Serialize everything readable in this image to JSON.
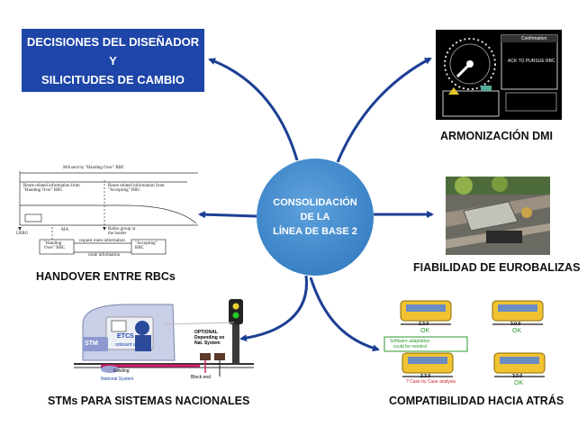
{
  "center": {
    "label": "CONSOLIDACIÓN\nDE LA\nLÍNEA DE BASE 2"
  },
  "nodes": {
    "designer_decisions": "DECISIONES DEL DISEÑADOR\nY\nSILICITUDES DE CAMBIO",
    "dmi": "ARMONIZACIÓN DMI",
    "eurobalise": "FIABILIDAD DE EUROBALIZAS",
    "handover": "HANDOVER ENTRE RBCs",
    "stm": "STMs PARA SISTEMAS NACIONALES",
    "backward": "COMPATIBILIDAD HACIA ATRÁS"
  },
  "handover_diagram": {
    "ma_text": "MA sent by \"Handing Over\" RBC",
    "route_info_handing": "Route related information from\n\"Handing Over\" RBC",
    "route_info_accepting": "Route related information from\n\"Accepting\" RBC",
    "lrbg": "LRBG",
    "ma": "MA",
    "balise_group": "Balise group at\nthe border",
    "handing_box": "\"Handing\nOver\" RBC",
    "accepting_box": "\"Accepting\"\nRBC",
    "request_text": "request route information",
    "route_info_text": "route information"
  },
  "dmi_screen": {
    "title": "Confirmation",
    "body": "ACK TO PURSUE RBC"
  },
  "stm_diagram": {
    "etcs": "ETCS",
    "etcs_sub": "onboard unit",
    "stm": "STM",
    "existing": "Existing",
    "national_system": "National System",
    "block_end": "Block end",
    "optional": "OPTIONAL\nDepending on\nNat. System"
  },
  "compat_diagram": {
    "train_labels": [
      "2.3.0",
      "3.0.0",
      "2.3.0",
      "3.0.0"
    ],
    "ok": "OK",
    "software_note": "Software adaptation\ncould be needed",
    "case_note": "? Case by Case analysis"
  },
  "colors": {
    "center_fill": "#3a82c6",
    "box_fill": "#1e45a8",
    "arrow": "#1c3f94",
    "ok_green": "#2e9a2e",
    "train_yellow": "#f1c232"
  }
}
